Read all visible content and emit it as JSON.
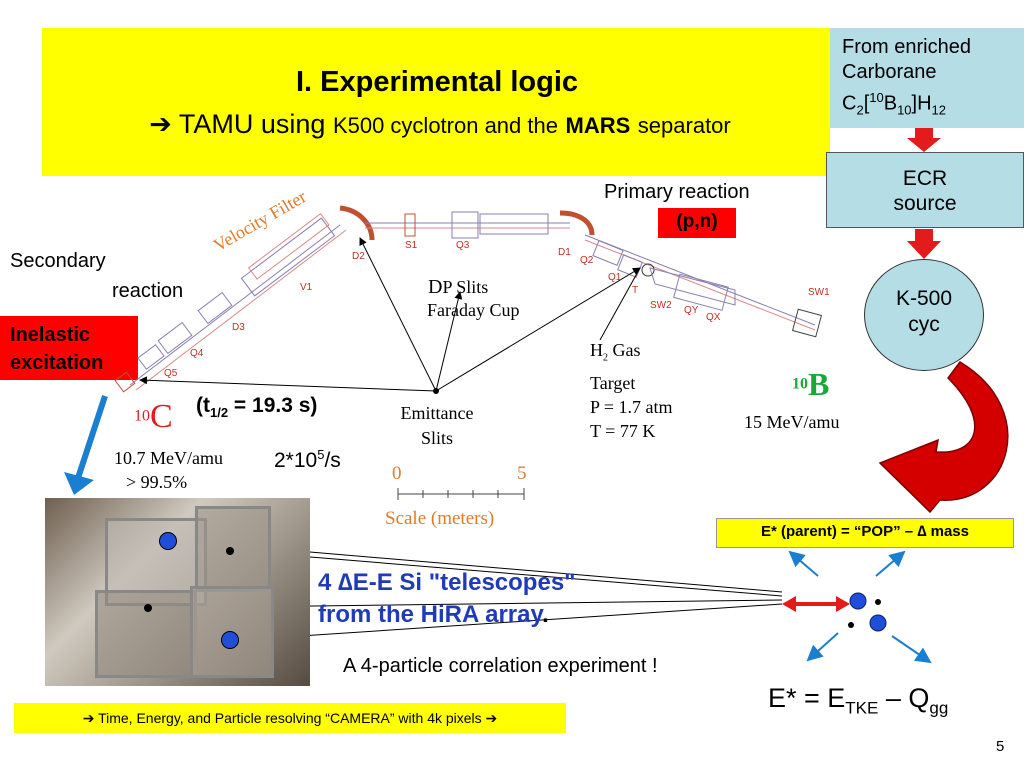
{
  "title": {
    "line1": "I. Experimental logic",
    "arrow": "➔",
    "line2_a": "TAMU using",
    "line2_b": "K500 cyclotron and the",
    "line2_c": "MARS",
    "line2_d": "separator"
  },
  "carborane": {
    "line1": "From enriched",
    "line2": "Carborane",
    "c": "C",
    "sub2": "2",
    "bopen": "[",
    "sup10": "10",
    "b": "B",
    "sub10": "10",
    "bclose": "]H",
    "sub12": "12"
  },
  "ecr": {
    "line1": "ECR",
    "line2": "source"
  },
  "k500": {
    "line1": "K-500",
    "line2": "cyc"
  },
  "primary_reaction": "Primary reaction",
  "pn": "(p,n)",
  "secondary": {
    "line1": "Secondary",
    "line2": "reaction"
  },
  "inelastic": {
    "line1": "Inelastic",
    "line2": "excitation"
  },
  "beamline": {
    "velocity_filter": "Velocity Filter",
    "labels": [
      "D2",
      "S1",
      "Q3",
      "D1",
      "Q2",
      "Q1",
      "T",
      "SW2",
      "QY",
      "QX",
      "SW1",
      "V1",
      "D3",
      "Q4",
      "Q5"
    ]
  },
  "dp_slits": {
    "d": "D",
    "rest": "P Slits"
  },
  "faraday_cup": "Faraday Cup",
  "gas_target": {
    "h": "H",
    "sub": "2",
    "gas": "Gas",
    "line2": "Target",
    "line3": "P = 1.7 atm",
    "line4": "T = 77 K"
  },
  "b10": {
    "mass": "10",
    "symbol": "B",
    "energy": "15 MeV/amu"
  },
  "c10": {
    "mass": "10",
    "symbol": "C",
    "energy": "10.7 MeV/amu",
    "purity": "> 99.5%"
  },
  "halflife": {
    "open": "(t",
    "sub": "1/2",
    "rest": "= 19.3 s)"
  },
  "rate": {
    "base": "2*10",
    "exp": "5",
    "unit": "/s"
  },
  "emittance": {
    "line1": "Emittance",
    "line2": "Slits"
  },
  "scale": {
    "min": "0",
    "max": "5",
    "label": "Scale (meters)"
  },
  "pop": "E* (parent) = “POP” – ∆ mass",
  "telescopes": {
    "line1": "4 ∆E-E Si \"telescopes\"",
    "line2": "from the HiRA array",
    "dot": "."
  },
  "correlation": "A 4-particle correlation experiment !",
  "formula": {
    "e": "E* = E",
    "sub_tke": "TKE",
    "minus": " – Q",
    "sub_gg": "gg"
  },
  "camera": "➔ Time, Energy, and Particle resolving “CAMERA” with 4k pixels ➔",
  "page_number": "5",
  "colors": {
    "yellow": "#ffff00",
    "light_blue": "#b4dde6",
    "red": "#ff0000",
    "blue_text": "#1f3bb5",
    "orange": "#e07b2a",
    "green": "#1aa83c",
    "arrow_blue": "#1a7fd0"
  }
}
